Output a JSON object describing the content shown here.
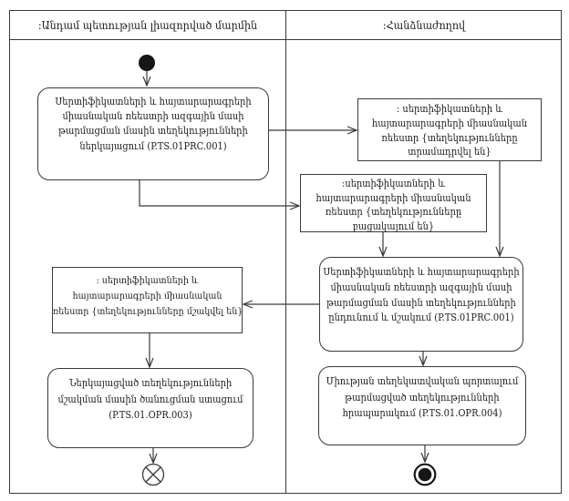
{
  "diagram": {
    "type": "uml-activity-swimlane",
    "lanes": [
      {
        "id": "member-state-body",
        "label": ":Անդամ պետության լիազորված մարմին"
      },
      {
        "id": "commission",
        "label": ":Հանձնաժողով"
      }
    ],
    "nodes": {
      "initial": {
        "type": "initial-node",
        "lane": "member-state-body"
      },
      "submit_info": {
        "type": "action",
        "lane": "member-state-body",
        "lines": [
          "Սերտիֆիկատների և հայտարարագրերի",
          "միասնական ռեեստրի ազգային մասի",
          "թարմացման մասին տեղեկությունների",
          "ներկայացում (P.TS.01PRC.001)"
        ]
      },
      "registry_provided": {
        "type": "object-node",
        "lane": "commission",
        "lines": [
          ": սերտիֆիկատների և",
          "հայտարարագրերի միասնական",
          "ռեեստր {տեղեկությունները",
          "տրամադրվել են}"
        ]
      },
      "registry_missing": {
        "type": "object-node",
        "lane": "commission",
        "lines": [
          ":սերտիֆիկատների և",
          "հայտարարագրերի միասնական",
          "ռեեստր {տեղեկությունները",
          "բացակայում են}"
        ]
      },
      "receive_process": {
        "type": "action",
        "lane": "commission",
        "lines": [
          "Սերտիֆիկատների և հայտարարագրերի",
          "միասնական ռեեստրի ազգային մասի",
          "թարմացման մասին տեղեկությունների",
          "ընդունում և մշակում (P.TS.01PRC.001)"
        ]
      },
      "registry_processed": {
        "type": "object-node",
        "lane": "member-state-body",
        "lines": [
          ": սերտիֆիկատների և",
          "հայտարարագրերի միասնական",
          "ռեեստր {տեղեկությունները մշակվել են}"
        ]
      },
      "receive_notification": {
        "type": "action",
        "lane": "member-state-body",
        "lines": [
          "Ներկայացված տեղեկությունների",
          "մշակման մասին ծանուցման ստացում",
          "(P.TS.01.OPR.003)"
        ]
      },
      "publish_info": {
        "type": "action",
        "lane": "commission",
        "lines": [
          "Միության տեղեկատվական պորտալում",
          "թարմացված տեղեկությունների",
          "հրապարակում (P.TS.01.OPR.004)"
        ]
      },
      "flow_final": {
        "type": "flow-final-node",
        "lane": "member-state-body"
      },
      "activity_final": {
        "type": "activity-final-node",
        "lane": "commission"
      }
    },
    "edges": [
      {
        "from": "initial",
        "to": "submit_info"
      },
      {
        "from": "submit_info",
        "to": "registry_provided"
      },
      {
        "from": "submit_info",
        "to": "registry_missing"
      },
      {
        "from": "registry_provided",
        "to": "receive_process"
      },
      {
        "from": "registry_missing",
        "to": "receive_process"
      },
      {
        "from": "receive_process",
        "to": "registry_processed"
      },
      {
        "from": "registry_processed",
        "to": "receive_notification"
      },
      {
        "from": "receive_notification",
        "to": "flow_final"
      },
      {
        "from": "receive_process",
        "to": "publish_info"
      },
      {
        "from": "publish_info",
        "to": "activity_final"
      }
    ],
    "colors": {
      "line": "#3a3a3a",
      "text": "#1c1c1c",
      "background": "#ffffff",
      "node_fill": "#ffffff",
      "terminal_fill": "#161616"
    }
  }
}
